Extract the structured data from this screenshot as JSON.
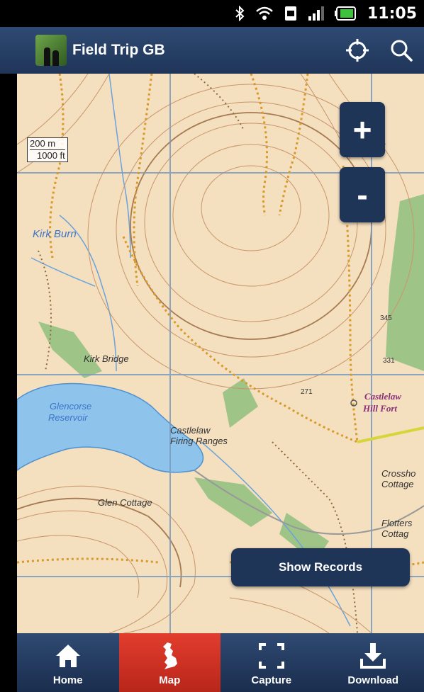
{
  "status_bar": {
    "time": "11:05",
    "icons": [
      "bluetooth-icon",
      "wifi-icon",
      "sim-icon",
      "signal-icon",
      "battery-icon"
    ]
  },
  "app": {
    "title": "Field Trip GB",
    "actions": [
      "locate-icon",
      "search-icon"
    ]
  },
  "map": {
    "scale": {
      "metric": "200 m",
      "imperial": "1000 ft"
    },
    "labels": {
      "kirk_burn": "Kirk Burn",
      "kirk_bridge": "Kirk Bridge",
      "glencorse": "Glencorse",
      "reservoir": "Reservoir",
      "castlelaw": "Castlelaw",
      "firing_ranges": "Firing Ranges",
      "glen_cottage": "Glen Cottage",
      "castlelaw_fort_1": "Castlelaw",
      "castlelaw_fort_2": "Hill Fort",
      "crosshouse_1": "Crossho",
      "crosshouse_2": "Cottage",
      "flotterstone_1": "Flotters",
      "flotterstone_2": "Cottag",
      "spot_271": "271",
      "spot_345": "345",
      "spot_331": "331"
    },
    "zoom_in_label": "+",
    "zoom_out_label": "-",
    "show_records_label": "Show Records"
  },
  "nav": {
    "items": [
      {
        "label": "Home",
        "icon": "home-icon",
        "active": false
      },
      {
        "label": "Map",
        "icon": "britain-map-icon",
        "active": true
      },
      {
        "label": "Capture",
        "icon": "capture-frame-icon",
        "active": false
      },
      {
        "label": "Download",
        "icon": "download-icon",
        "active": false
      }
    ]
  },
  "colors": {
    "bar_blue": "#1f3558",
    "active_red": "#d8352a",
    "map_bg": "#f4dfbf",
    "water": "#7ab6e8",
    "woodland": "#7fae6e",
    "contour": "#c9966a",
    "path": "#d99a2b"
  }
}
